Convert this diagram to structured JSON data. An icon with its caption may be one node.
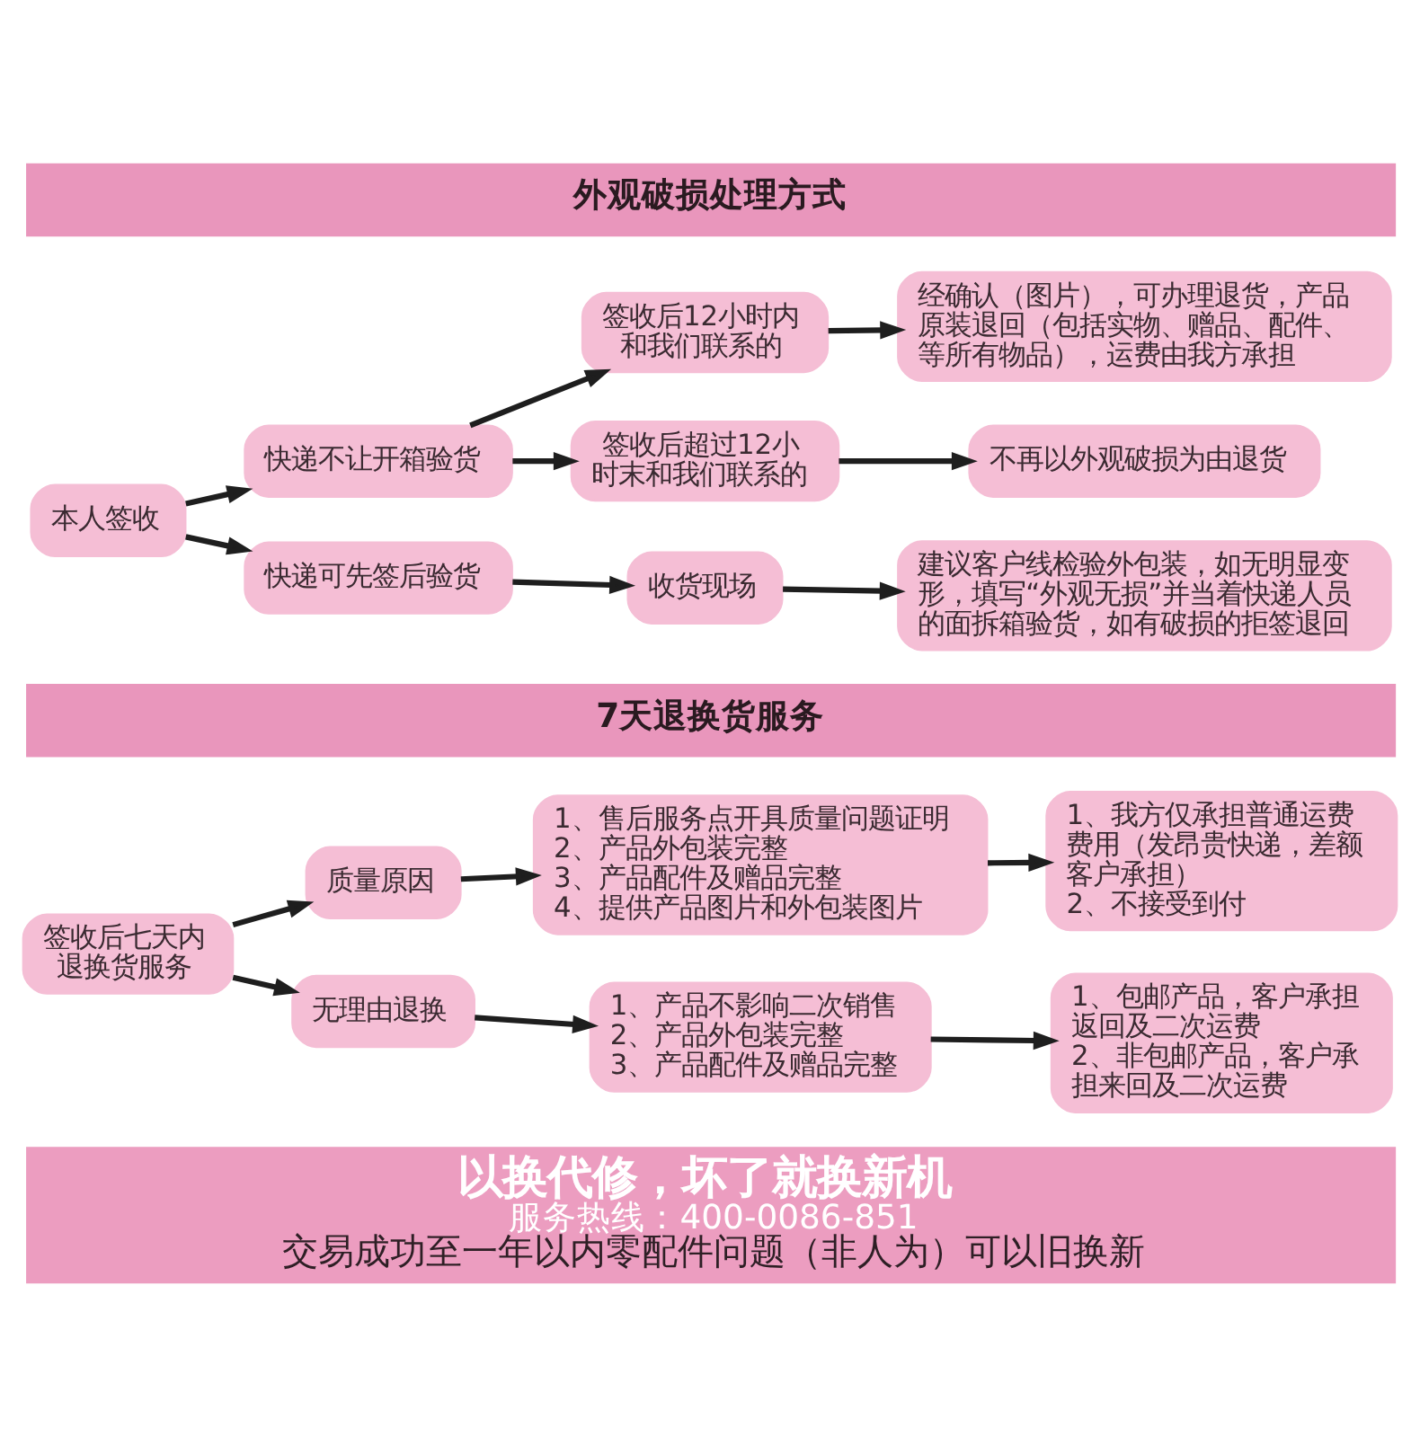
{
  "diagram": {
    "nodes": [
      {
        "text": [
          "外观破损处理方式"
        ]
      },
      {
        "text": [
          "本人签收"
        ]
      },
      {
        "text": [
          "快递不让开箱验货"
        ]
      },
      {
        "text": [
          "签收后12小时内和我们联系的"
        ]
      },
      {
        "text": [
          "经确认（图片），可办理退货，产品原装退回（包括实物、赠品、配件、等所有物品），运费由我方承担"
        ]
      },
      {
        "text": [
          "签收后超过12小时末和我们联系的"
        ]
      },
      {
        "text": [
          "不再以外观破损为由退货"
        ]
      },
      {
        "text": [
          "快递可先签后验货"
        ]
      },
      {
        "text": [
          "收货现场"
        ]
      },
      {
        "text": [
          "建议客户线检验外包装，如无明显变形，填写“外观无损”并当着快递人员的面拆箱验货，如有破损的拒签退回"
        ]
      },
      {
        "text": [
          "7天退换货服务"
        ]
      },
      {
        "text": [
          "签收后七天内退换货服务"
        ]
      },
      {
        "text": [
          "质量原因"
        ]
      },
      {
        "text": [
          "1、售后服务点开具质量问题证明",
          "2、产品外包装完整",
          "3、产品配件及赠品完整",
          "4、提供产品图片和外包装图片"
        ]
      },
      {
        "text": [
          "1、我方仅承担普通运费费用（发昂贵快递，差额客户承担）",
          "2、不接受到付"
        ]
      },
      {
        "text": [
          "无理由退换"
        ]
      },
      {
        "text": [
          "1、产品不影响二次销售",
          "2、产品外包装完整",
          "3、产品配件及赠品完整"
        ]
      },
      {
        "text": [
          "1、包邮产品，客户承担返回及二次运费",
          "2、非包邮产品，客户承担来回及二次运费"
        ]
      },
      {
        "text": [
          "以换代修，坏了就换新机",
          "服务热线：400-0086-851",
          "交易成功至一年以内零配件问题（非人为）可以旧换新"
        ]
      }
    ],
    "edges": [
      {
        "from": 1,
        "to": 2,
        "arrow": "to"
      },
      {
        "from": 1,
        "to": 7,
        "arrow": "to"
      },
      {
        "from": 2,
        "to": 3,
        "arrow": "to"
      },
      {
        "from": 2,
        "to": 5,
        "arrow": "to"
      },
      {
        "from": 3,
        "to": 4,
        "arrow": "to"
      },
      {
        "from": 5,
        "to": 6,
        "arrow": "to"
      },
      {
        "from": 7,
        "to": 8,
        "arrow": "to"
      },
      {
        "from": 8,
        "to": 9,
        "arrow": "to"
      },
      {
        "from": 11,
        "to": 12,
        "arrow": "to"
      },
      {
        "from": 11,
        "to": 15,
        "arrow": "to"
      },
      {
        "from": 12,
        "to": 13,
        "arrow": "to"
      },
      {
        "from": 13,
        "to": 14,
        "arrow": "to"
      },
      {
        "from": 15,
        "to": 16,
        "arrow": "to"
      },
      {
        "from": 16,
        "to": 17,
        "arrow": "to"
      }
    ]
  }
}
